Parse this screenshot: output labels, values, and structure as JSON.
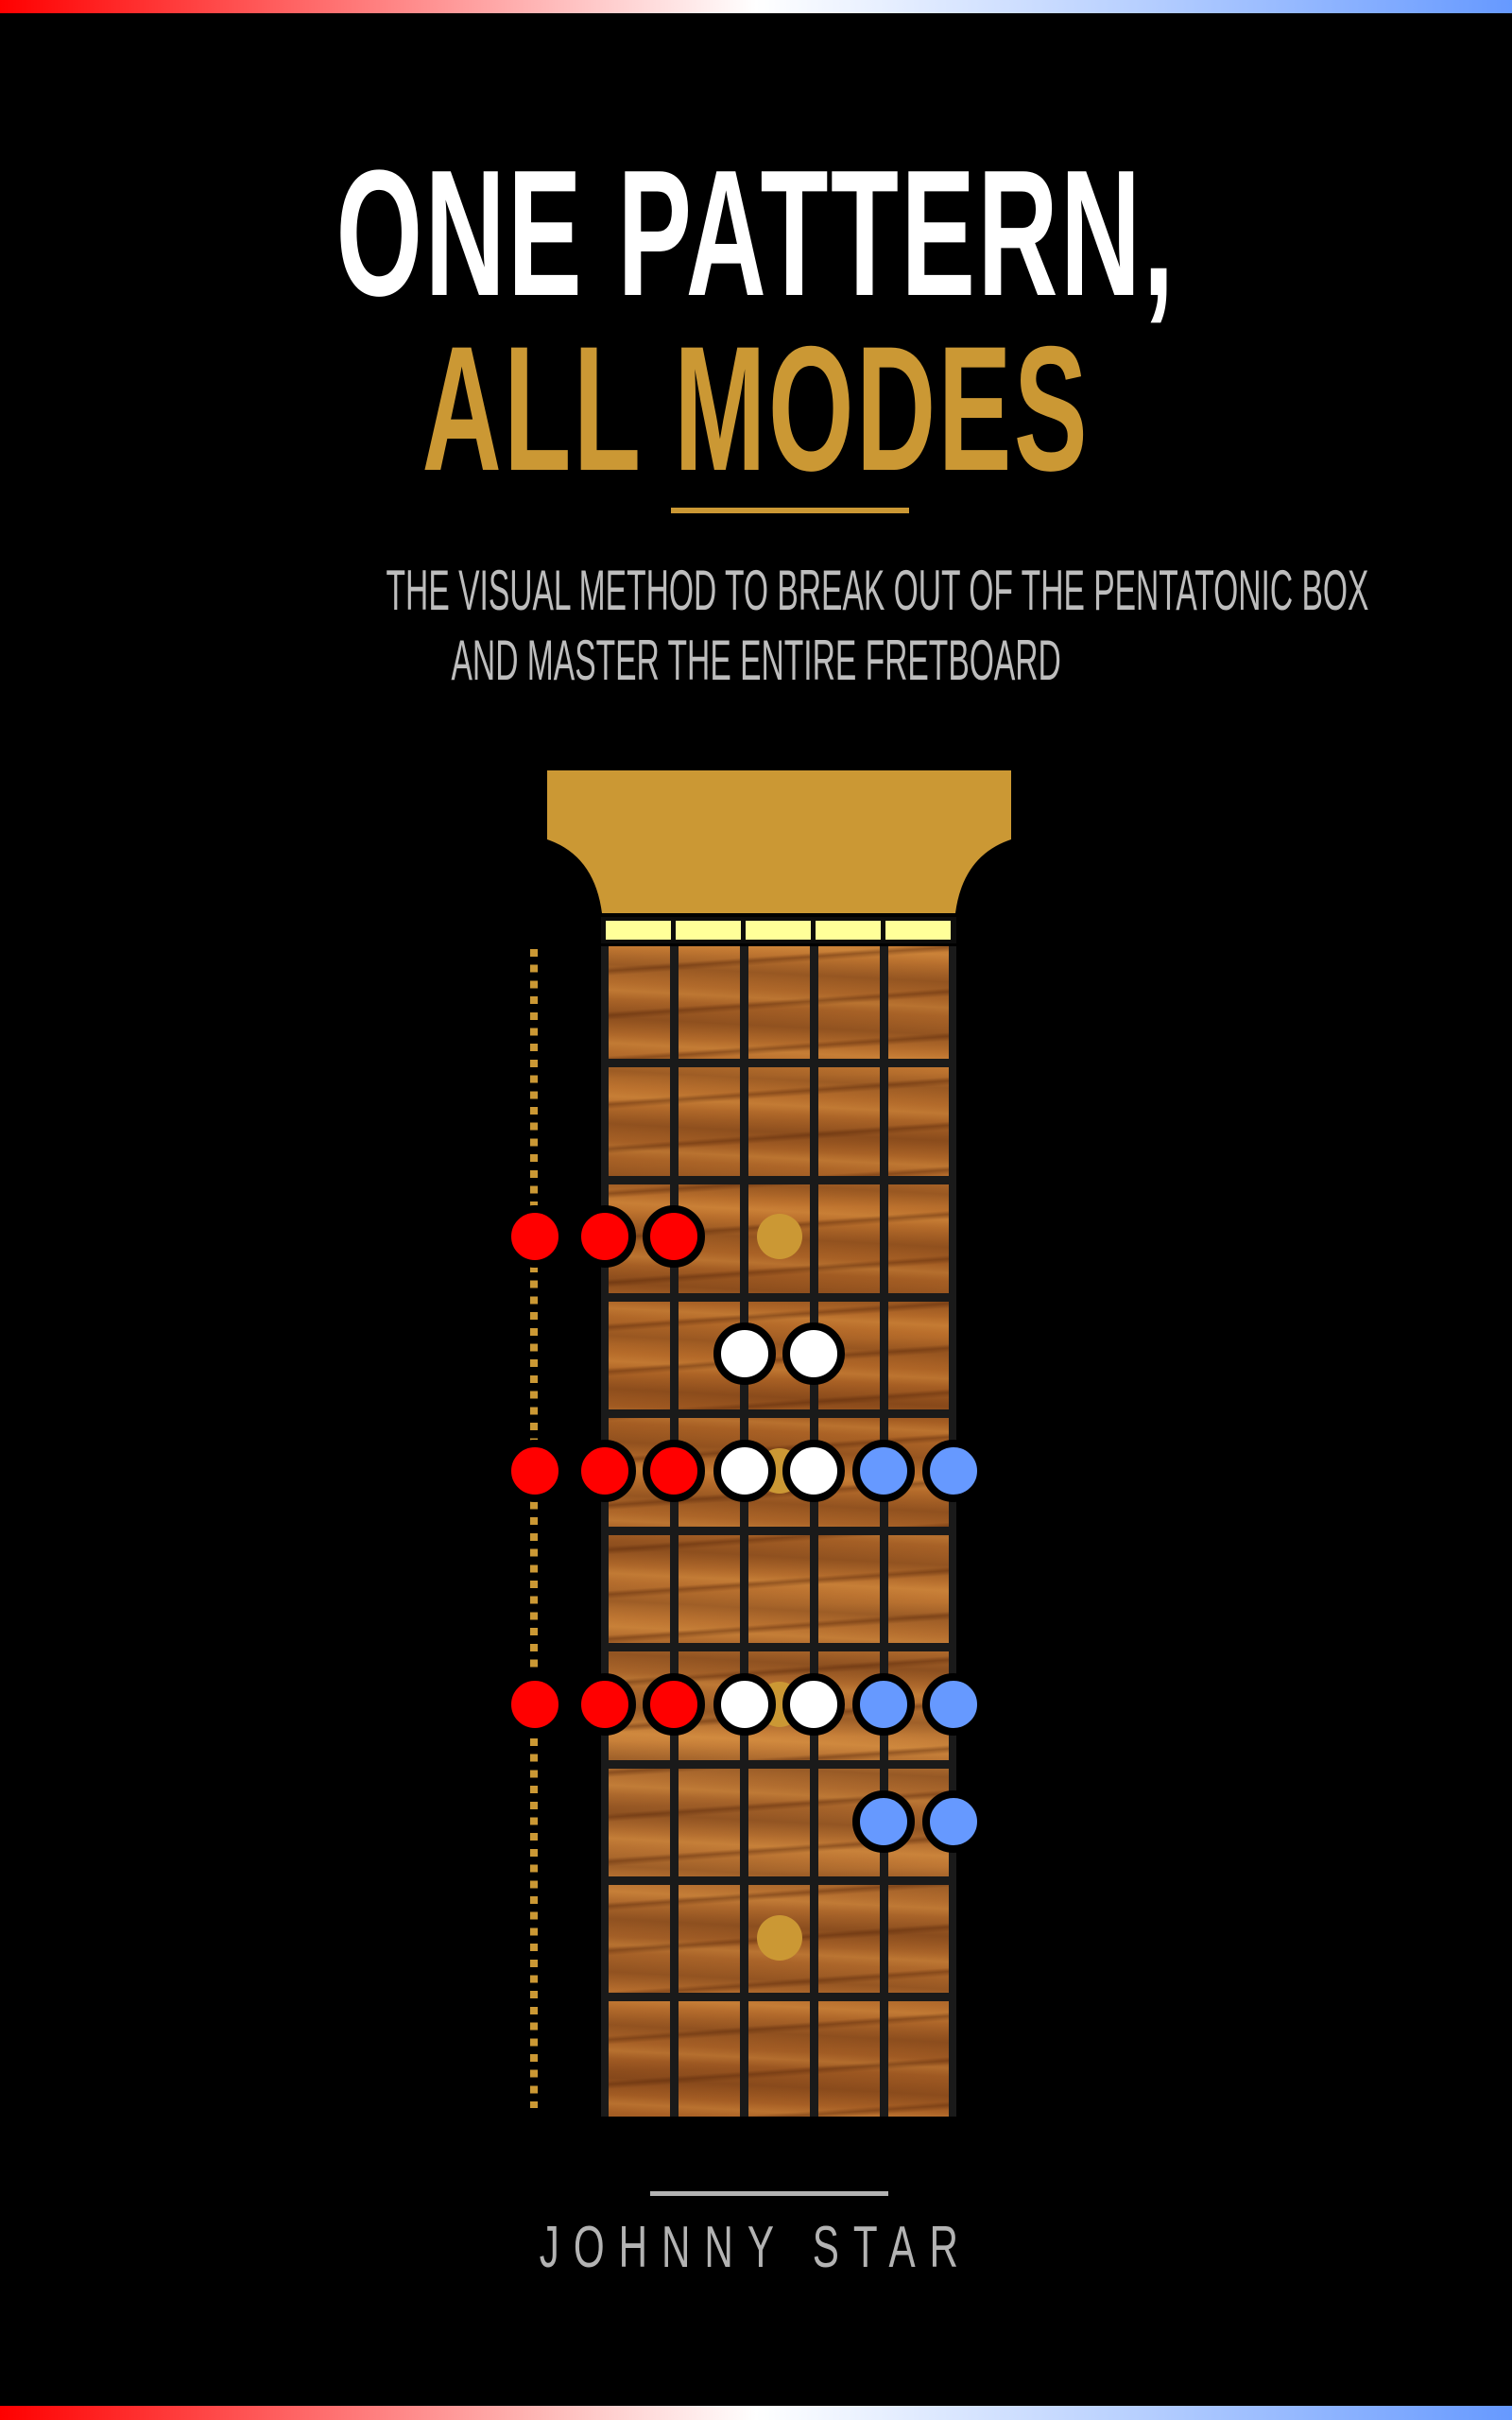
{
  "cover": {
    "title_line1": "ONE PATTERN,",
    "title_line2": "ALL MODES",
    "subtitle_line1": "THE VISUAL METHOD TO BREAK OUT OF THE PENTATONIC BOX",
    "subtitle_line2": "AND MASTER THE ENTIRE FRETBOARD",
    "author": "JOHNNY STAR"
  },
  "colors": {
    "background": "#000000",
    "title_primary": "#ffffff",
    "accent_gold": "#cb9834",
    "subtitle_gray": "#bdbdbd",
    "author_gray": "#b3b3b3",
    "nut_yellow": "#ffff99",
    "fret_dark": "#1a1a1a",
    "note_red": "#ff0000",
    "note_white": "#ffffff",
    "note_blue": "#6699ff",
    "gradient_bar": [
      "#ff0000",
      "#ffffff",
      "#6699ff"
    ]
  },
  "fretboard": {
    "strings": 6,
    "frets_shown": 10,
    "inlays": [
      {
        "fret": 3,
        "position": "center"
      },
      {
        "fret": 5,
        "position": "center"
      },
      {
        "fret": 7,
        "position": "center"
      },
      {
        "fret": 9,
        "position": "center"
      }
    ],
    "note_rows": [
      {
        "fret": 3,
        "notes": [
          "red",
          "red",
          "red"
        ]
      },
      {
        "fret": 4,
        "notes": [
          "white",
          "white"
        ]
      },
      {
        "fret": 5,
        "notes": [
          "red",
          "red",
          "red",
          "white",
          "white",
          "blue",
          "blue"
        ]
      },
      {
        "fret": 7,
        "notes": [
          "red",
          "red",
          "red",
          "white",
          "white",
          "blue",
          "blue"
        ]
      },
      {
        "fret": 8,
        "notes": [
          "blue",
          "blue"
        ]
      }
    ]
  }
}
